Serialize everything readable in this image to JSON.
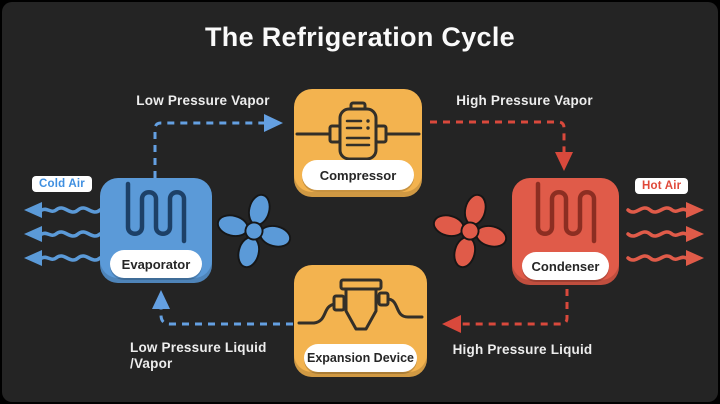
{
  "title": "The Refrigeration Cycle",
  "nodes": {
    "evaporator": {
      "label": "Evaporator",
      "color": "#5b9ad8"
    },
    "compressor": {
      "label": "Compressor",
      "color": "#f3b34f"
    },
    "condenser": {
      "label": "Condenser",
      "color": "#e05b49"
    },
    "expansion_device": {
      "label": "Expansion Device",
      "color": "#f3b34f"
    }
  },
  "flows": [
    {
      "id": "low-pressure-vapor",
      "label": "Low Pressure Vapor",
      "from": "evaporator",
      "to": "compressor",
      "color": "#64a0e2"
    },
    {
      "id": "high-pressure-vapor",
      "label": "High Pressure Vapor",
      "from": "compressor",
      "to": "condenser",
      "color": "#d9493c"
    },
    {
      "id": "high-pressure-liquid",
      "label": "High Pressure Liquid",
      "from": "condenser",
      "to": "expansion_device",
      "color": "#d9493c"
    },
    {
      "id": "low-pressure-liquid-vapor",
      "label": "Low Pressure Liquid\n/Vapor",
      "from": "expansion_device",
      "to": "evaporator",
      "color": "#64a0e2"
    }
  ],
  "air": {
    "cold": {
      "label": "Cold Air",
      "color": "#3f8fe0"
    },
    "hot": {
      "label": "Hot Air",
      "color": "#e04838"
    }
  },
  "colors": {
    "frame": "#000000",
    "background": "#242424",
    "title_text": "#fafafa",
    "flow_text": "#ededed",
    "pill_bg": "#ffffff",
    "pill_text": "#262626",
    "blue": "#5b9ad8",
    "blue_dark": "#1d4067",
    "blue_arrow": "#64a0e2",
    "red": "#e05b49",
    "red_dark": "#8c2e22",
    "red_arrow": "#d9493c",
    "yellow": "#f3b34f",
    "icon_dark": "#332f28",
    "cold_text": "#3f8fe0",
    "hot_text": "#e04838"
  }
}
